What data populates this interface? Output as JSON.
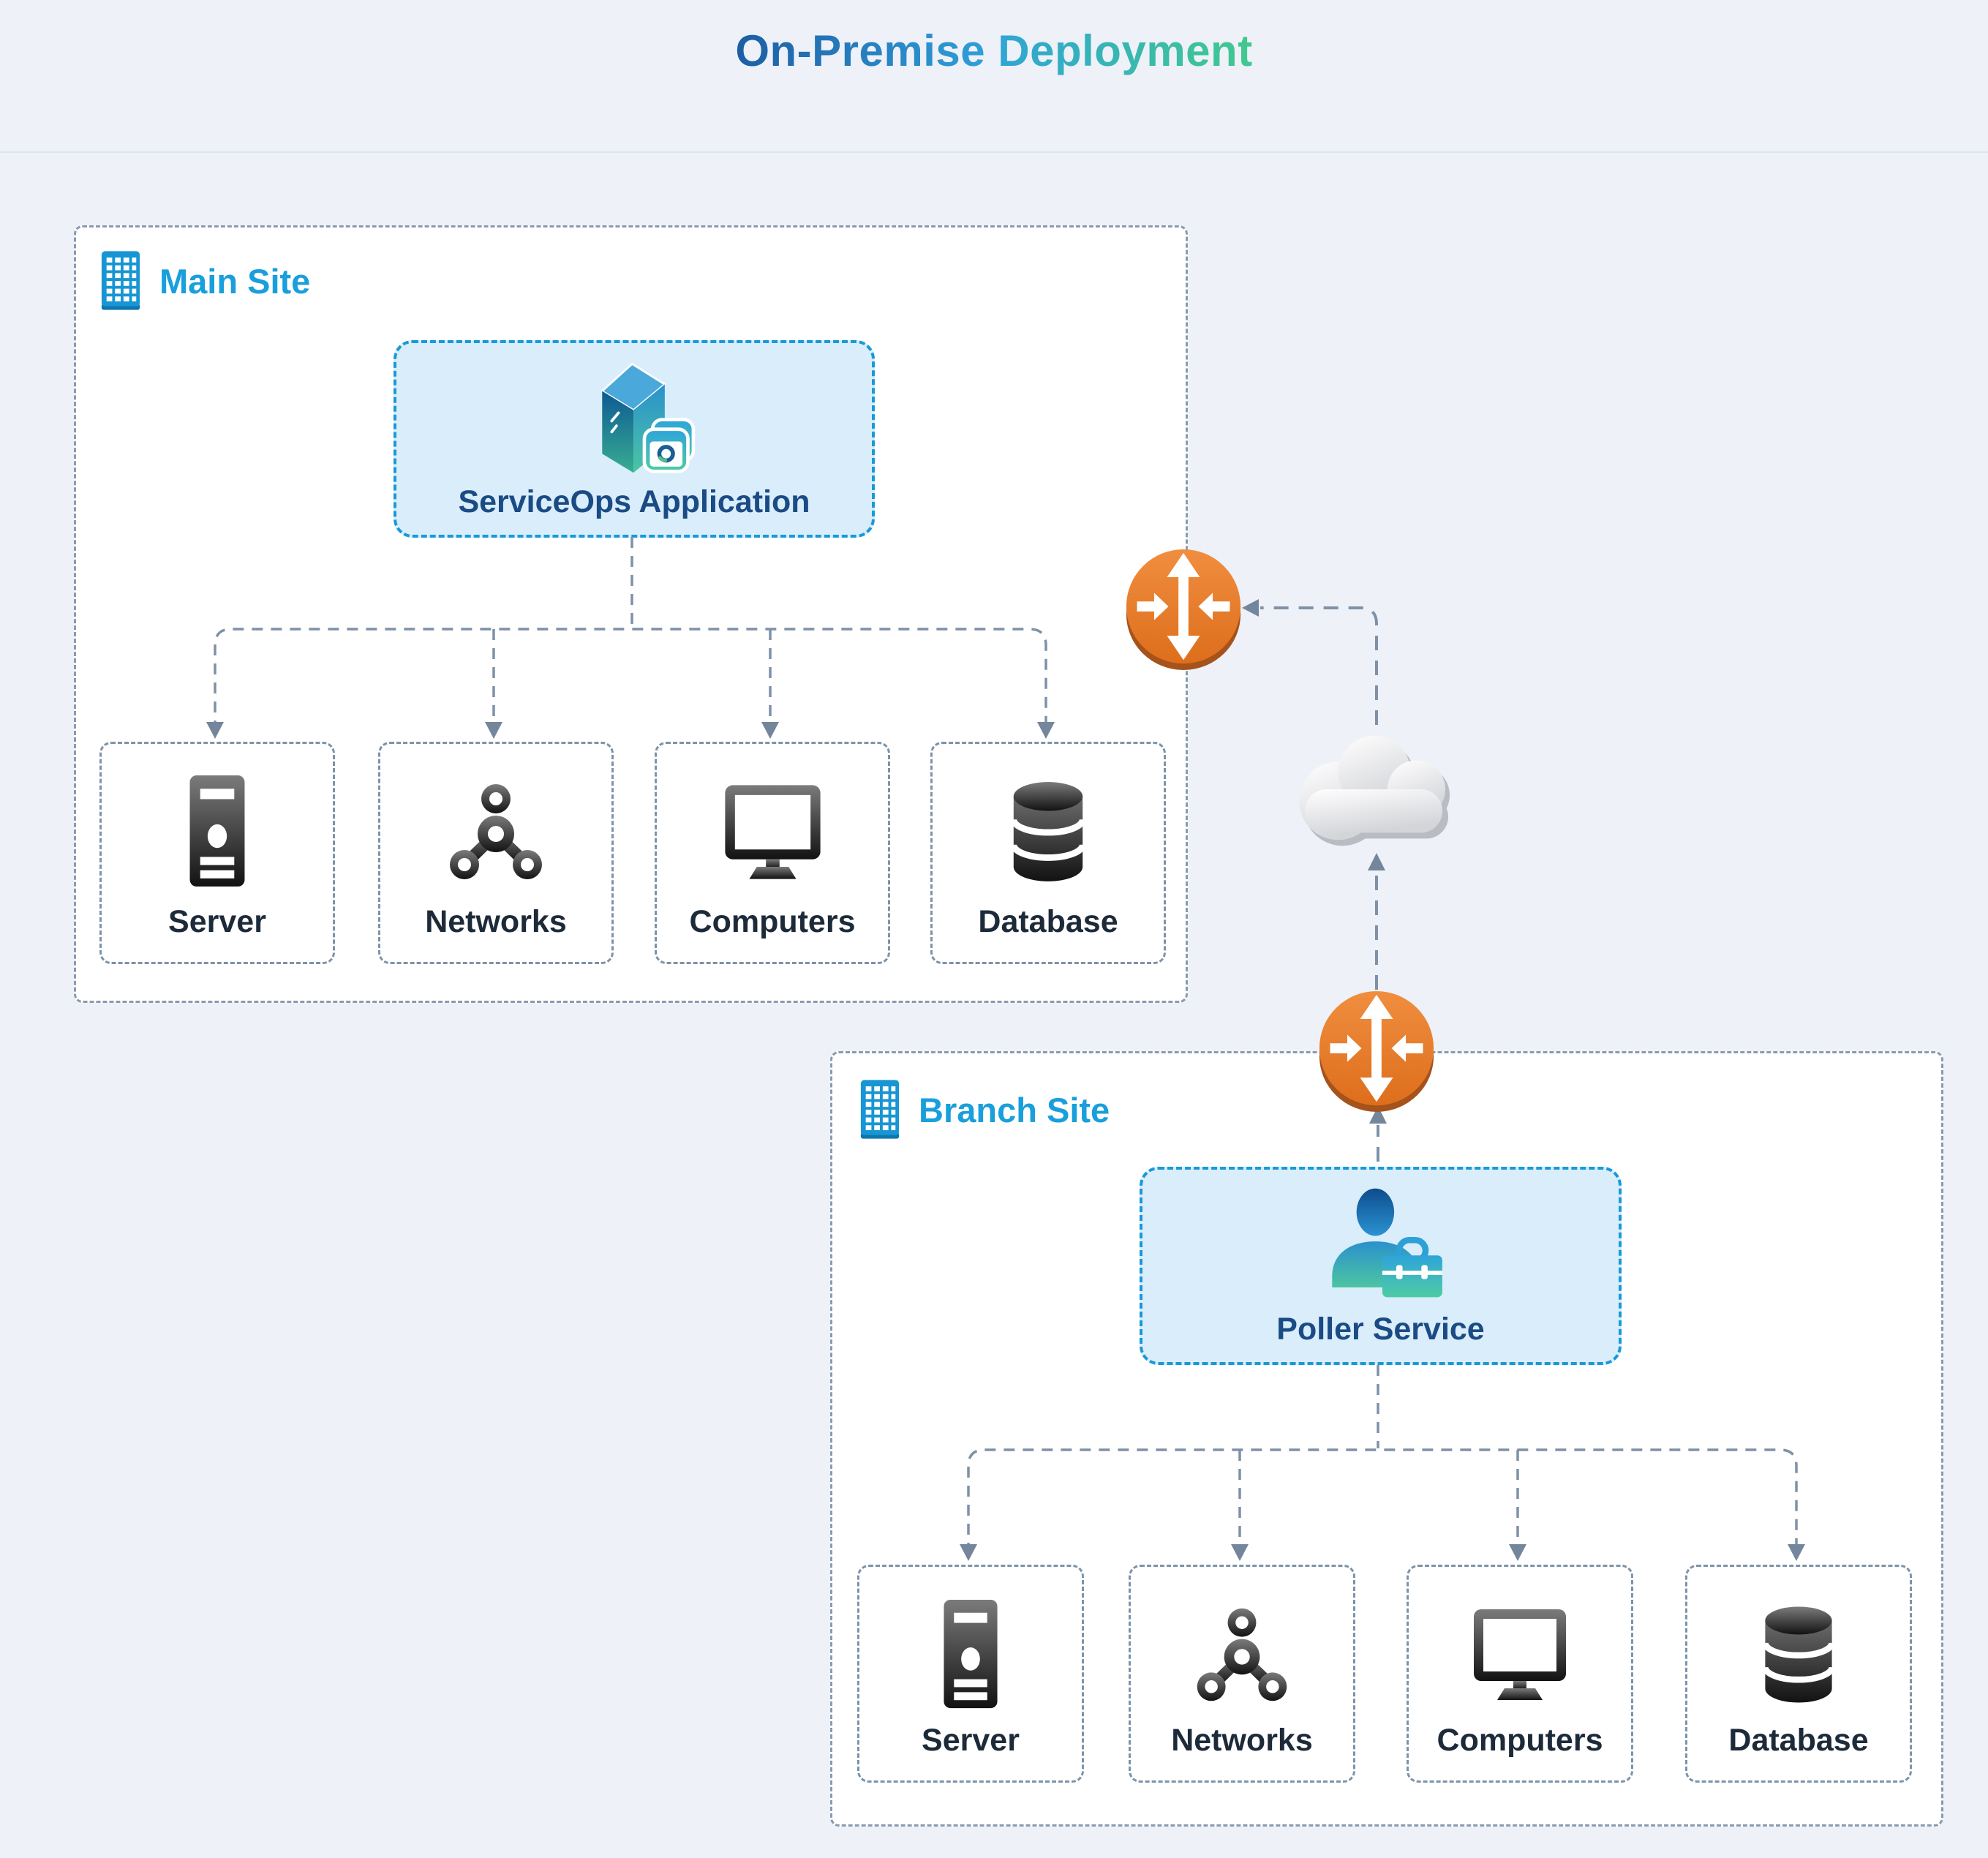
{
  "title": {
    "primary": "On-Premise",
    "secondary": "Deployment"
  },
  "main_site": {
    "label": "Main Site",
    "app": {
      "label": "ServiceOps Application",
      "icon": "serviceops-app-icon"
    },
    "children": [
      {
        "label": "Server",
        "icon": "server-icon"
      },
      {
        "label": "Networks",
        "icon": "networks-icon"
      },
      {
        "label": "Computers",
        "icon": "computers-icon"
      },
      {
        "label": "Database",
        "icon": "database-icon"
      }
    ]
  },
  "branch_site": {
    "label": "Branch Site",
    "app": {
      "label": "Poller Service",
      "icon": "poller-service-icon"
    },
    "children": [
      {
        "label": "Server",
        "icon": "server-icon"
      },
      {
        "label": "Networks",
        "icon": "networks-icon"
      },
      {
        "label": "Computers",
        "icon": "computers-icon"
      },
      {
        "label": "Database",
        "icon": "database-icon"
      }
    ]
  },
  "connectors": {
    "router_icon": "router-icon",
    "cloud_icon": "cloud-icon",
    "site_icon": "building-icon"
  },
  "colors": {
    "background": "#eef1f7",
    "accent_blue": "#1899d8",
    "site_label_blue": "#189fdc",
    "app_box_fill": "#d9edfa",
    "app_text_navy": "#1b4b85",
    "node_text_navy": "#1d2a39",
    "group_border": "#8a9ab0",
    "line_slate": "#7e91a7",
    "router_orange": "#e87c2d",
    "title_blue_start": "#1d5da4",
    "title_green_end": "#41c98e"
  }
}
